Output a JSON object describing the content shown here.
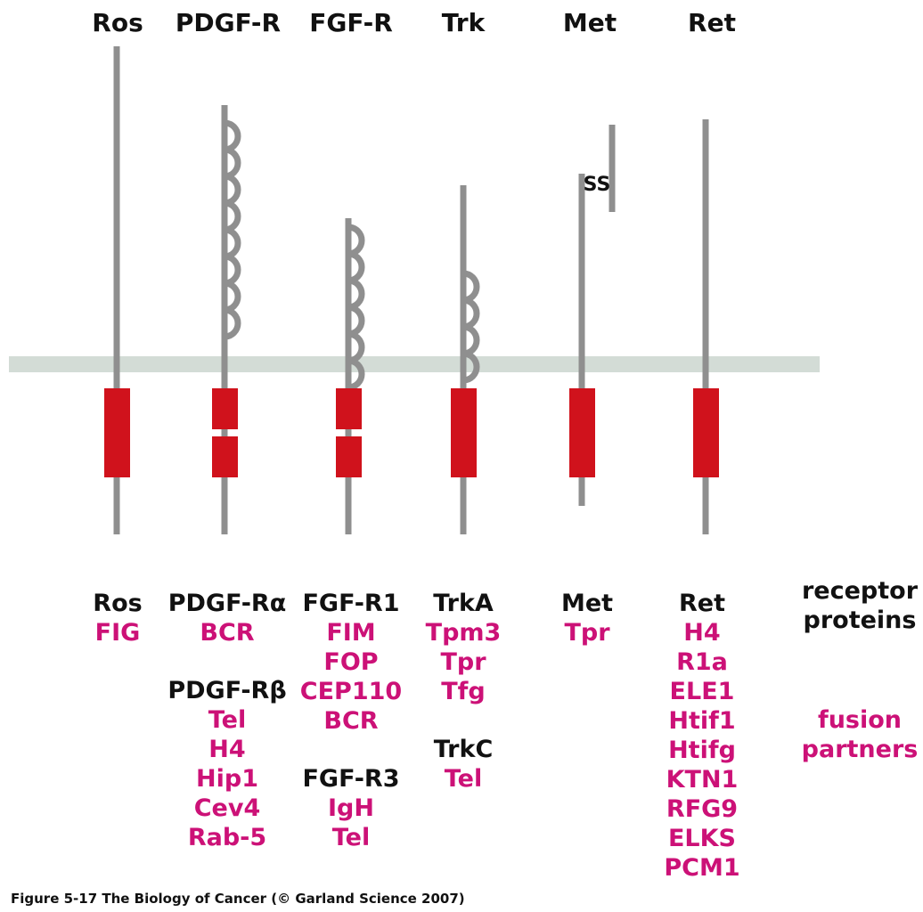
{
  "caption": "Figure 5-17  The Biology of Cancer (© Garland Science 2007)",
  "colors": {
    "stem": "#8f8f8f",
    "kinase": "#d0121c",
    "membrane": "#d3dcd6",
    "receptor_text": "#111111",
    "partner_text": "#cc1177"
  },
  "receptors": [
    {
      "header": "Ros",
      "groups": [
        {
          "name": "Ros",
          "partners": [
            "FIG"
          ]
        }
      ]
    },
    {
      "header": "PDGF-R",
      "groups": [
        {
          "name": "PDGF-Rα",
          "partners": [
            "BCR"
          ]
        },
        {
          "name": "PDGF-Rβ",
          "partners": [
            "Tel",
            "H4",
            "Hip1",
            "Cev4",
            "Rab-5"
          ]
        }
      ]
    },
    {
      "header": "FGF-R",
      "groups": [
        {
          "name": "FGF-R1",
          "partners": [
            "FIM",
            "FOP",
            "CEP110",
            "BCR"
          ]
        },
        {
          "name": "FGF-R3",
          "partners": [
            "IgH",
            "Tel"
          ]
        }
      ]
    },
    {
      "header": "Trk",
      "groups": [
        {
          "name": "TrkA",
          "partners": [
            "Tpm3",
            "Tpr",
            "Tfg"
          ]
        },
        {
          "name": "TrkC",
          "partners": [
            "Tel"
          ]
        }
      ]
    },
    {
      "header": "Met",
      "disulfide_label": "SS",
      "groups": [
        {
          "name": "Met",
          "partners": [
            "Tpr"
          ]
        }
      ]
    },
    {
      "header": "Ret",
      "groups": [
        {
          "name": "Ret",
          "partners": [
            "H4",
            "R1a",
            "ELE1",
            "Htif1",
            "Htifg",
            "KTN1",
            "RFG9",
            "ELKS",
            "PCM1"
          ]
        }
      ]
    }
  ],
  "legend": {
    "receptor_lines": [
      "receptor",
      "proteins"
    ],
    "partner_lines": [
      "fusion",
      "partners"
    ]
  }
}
